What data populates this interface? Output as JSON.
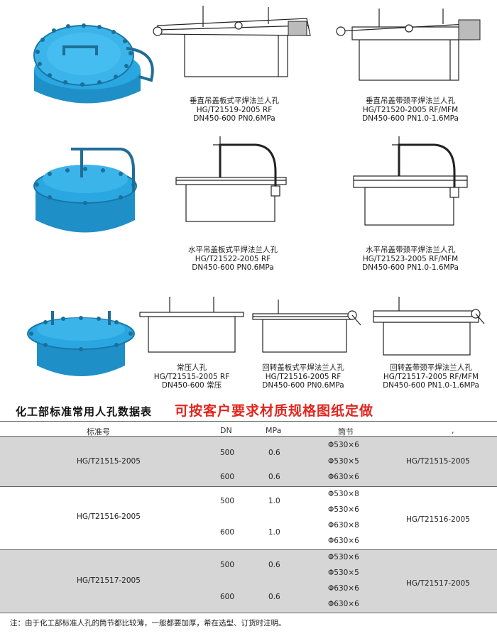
{
  "diagrams": [
    {
      "name": "垂直吊盖板式平焊法兰人孔",
      "standard": "HG/T21519-2005 RF",
      "spec": "DN450-600 PN0.6MPa"
    },
    {
      "name": "垂直吊盖带颈平焊法兰人孔",
      "standard": "HG/T21520-2005 RF/MFM",
      "spec": "DN450-600 PN1.0-1.6MPa"
    },
    {
      "name": "水平吊盖板式平焊法兰人孔",
      "standard": "HG/T21522-2005 RF",
      "spec": "DN450-600 PN0.6MPa"
    },
    {
      "name": "水平吊盖带颈平焊法兰人孔",
      "standard": "HG/T21523-2005 RF/MFM",
      "spec": "DN450-600 PN1.0-1.6MPa"
    },
    {
      "name": "常压人孔",
      "standard": "HG/T21515-2005 RF",
      "spec": "DN450-600 常压"
    },
    {
      "name": "回转盖板式平焊法兰人孔",
      "standard": "HG/T21516-2005 RF",
      "spec": "DN450-600 PN0.6MPa"
    },
    {
      "name": "回转盖带颈平焊法兰人孔",
      "standard": "HG/T21517-2005 RF/MFM",
      "spec": "DN450-600 PN1.0-1.6MPa"
    }
  ],
  "colors": {
    "product_blue": "#2aa7e0",
    "promo_red": "#e0261f",
    "band_gray": "#d6d6d6"
  },
  "table": {
    "title": "化工部标准常用人孔数据表",
    "promo": "可按客户要求材质规格图纸定做",
    "headers": {
      "standard": "标准号",
      "dn": "DN",
      "mpa": "MPa",
      "tube": "筒节",
      "extra": ","
    },
    "groups": [
      {
        "standard": "HG/T21515-2005",
        "standard_right": "HG/T21515-2005",
        "rows": [
          {
            "dn": "500",
            "mpa": "0.6"
          },
          {
            "dn": "600",
            "mpa": "0.6"
          }
        ],
        "tubes": [
          "Φ530×6",
          "Φ530×5",
          "Φ630×6"
        ]
      },
      {
        "standard": "HG/T21516-2005",
        "standard_right": "HG/T21516-2005",
        "rows": [
          {
            "dn": "500",
            "mpa": "1.0"
          },
          {
            "dn": "600",
            "mpa": "1.0"
          }
        ],
        "tubes": [
          "Φ530×8",
          "Φ530×6",
          "Φ630×8",
          "Φ630×6"
        ]
      },
      {
        "standard": "HG/T21517-2005",
        "standard_right": "HG/T21517-2005",
        "rows": [
          {
            "dn": "500",
            "mpa": "0.6"
          },
          {
            "dn": "600",
            "mpa": "0.6"
          }
        ],
        "tubes": [
          "Φ530×6",
          "Φ530×5",
          "Φ630×6",
          "Φ630×6"
        ]
      }
    ],
    "note": "注：由于化工部标准人孔的筒节都比较薄，一般都要加厚，希在选型、订货时注明。"
  }
}
